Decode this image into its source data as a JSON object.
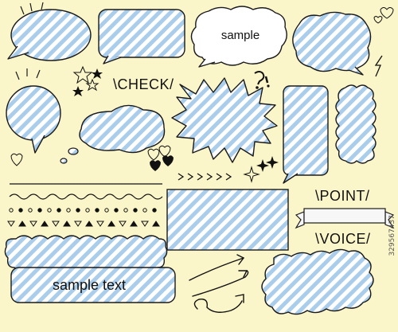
{
  "colors": {
    "background": "#fbf6c9",
    "stripe_blue": "#a9cdea",
    "stroke": "#1a1a1a",
    "banner_fill": "#f7f7f7",
    "black_marks": "#111111"
  },
  "texts": {
    "sample": "sample",
    "check": "\\CHECK/",
    "point": "\\POINT/",
    "voice": "\\VOICE/",
    "sample_text": "sample text",
    "stock_id": "329567437"
  },
  "icons": [
    "heart-icon",
    "star-icon",
    "sparkle-icon",
    "arrow-icon",
    "exclamation-mark",
    "question-mark"
  ]
}
